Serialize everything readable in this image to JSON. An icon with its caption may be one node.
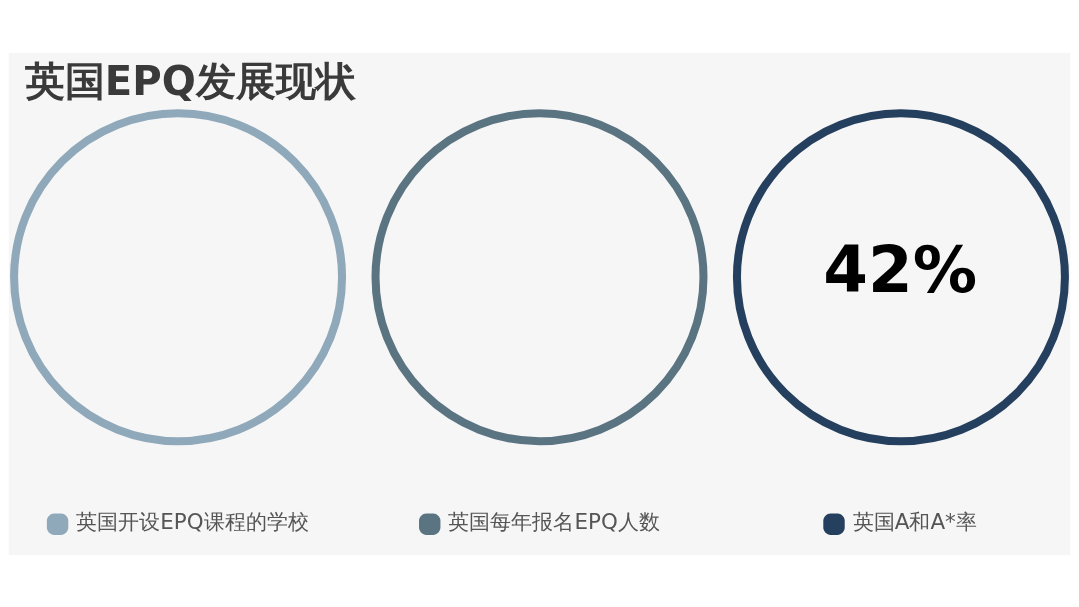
{
  "diagram": {
    "title": "英国EPQ发展现状",
    "nodes": [
      {
        "text": [],
        "shape": "circle"
      },
      {
        "text": [],
        "shape": "circle"
      },
      {
        "text": [
          "42%"
        ]
      }
    ],
    "legend": [
      {
        "text": "英国开设EPQ课程的学校",
        "color": "#8fa9bb"
      },
      {
        "text": "英国每年报名EPQ人数",
        "color": "#5b7482"
      },
      {
        "text": "英国A和A*率",
        "color": "#253f5e"
      }
    ]
  }
}
